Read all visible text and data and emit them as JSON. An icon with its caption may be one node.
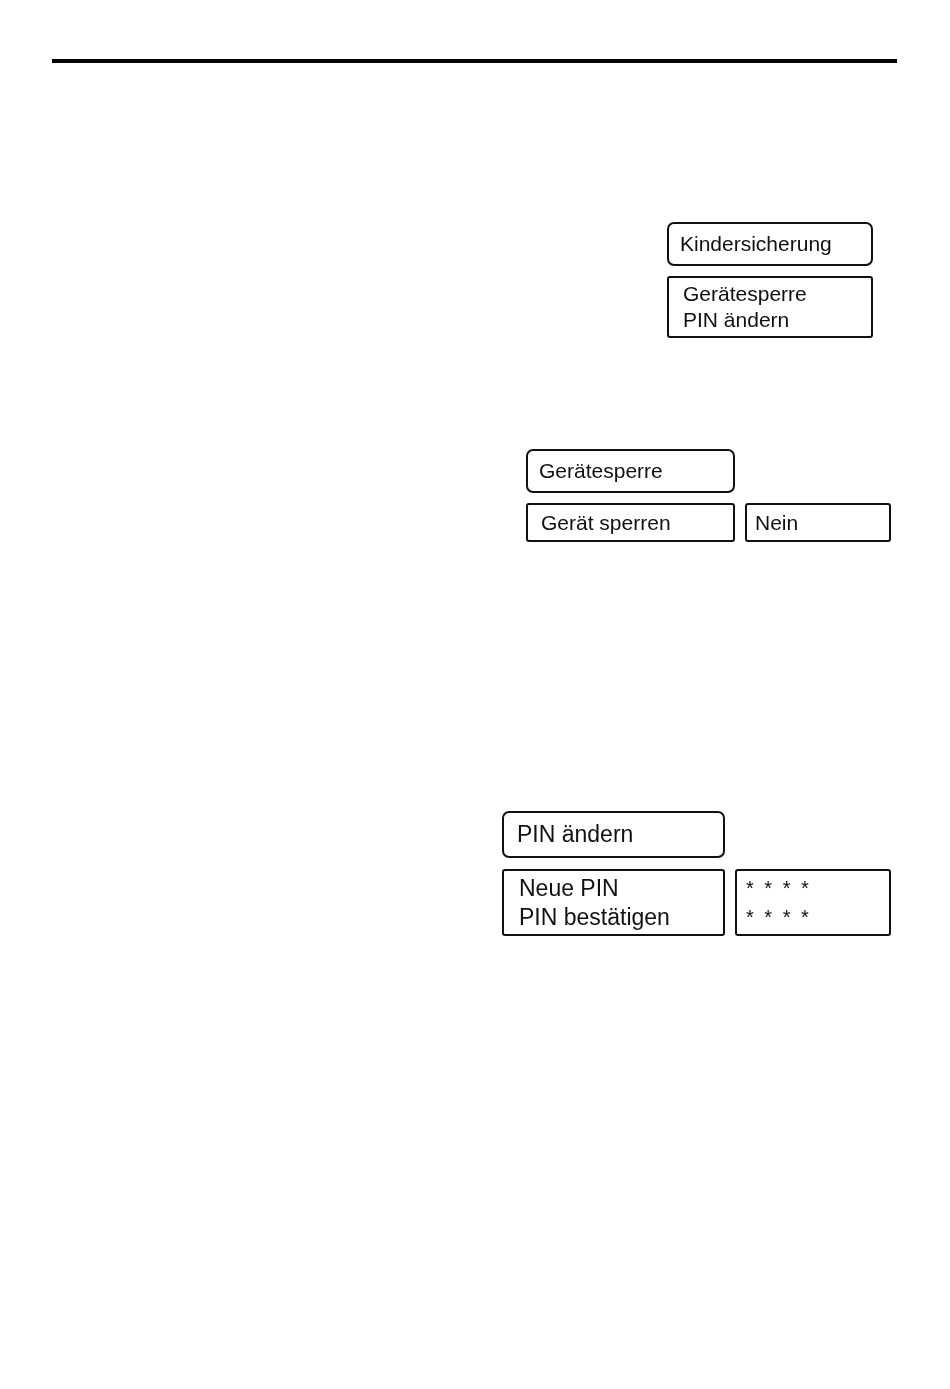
{
  "diagram": {
    "nodes": [
      {
        "text": [
          "Kindersicherung"
        ]
      },
      {
        "text": [
          "Gerätesperre",
          "PIN ändern"
        ]
      },
      {
        "text": [
          "Gerätesperre"
        ]
      },
      {
        "text": [
          "Gerät sperren"
        ]
      },
      {
        "text": [
          "Nein"
        ]
      },
      {
        "text": [
          "PIN ändern"
        ]
      },
      {
        "text": [
          "Neue PIN",
          "PIN bestätigen"
        ]
      },
      {
        "text": [
          "* * * *",
          "* * * *"
        ]
      }
    ]
  }
}
